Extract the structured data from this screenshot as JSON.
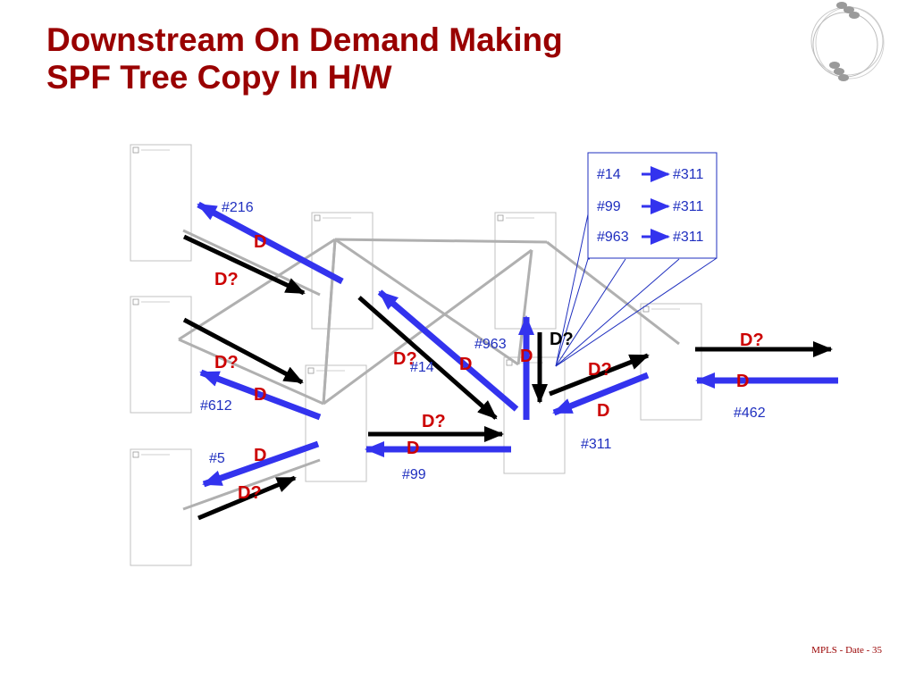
{
  "title_line1": "Downstream On Demand Making",
  "title_line2": "SPF Tree Copy In H/W",
  "footer": "MPLS  - Date - 35",
  "colors": {
    "title": "#990000",
    "label_blue": "#1f2fbf",
    "arrow_blue": "#3333ee",
    "label_red": "#cc0000",
    "mesh": "#b0b0b0"
  },
  "icons": {
    "logo": "rings-and-beads-logo",
    "node": "broken-image-placeholder"
  },
  "label_table": [
    {
      "in": "#14",
      "out": "#311"
    },
    {
      "in": "#99",
      "out": "#311"
    },
    {
      "in": "#963",
      "out": "#311"
    }
  ],
  "labels": {
    "l216": "#216",
    "l612": "#612",
    "l5": "#5",
    "l99": "#99",
    "l14": "#14",
    "l963": "#963",
    "l311": "#311",
    "l462": "#462",
    "d": "D",
    "dq": "D?"
  }
}
